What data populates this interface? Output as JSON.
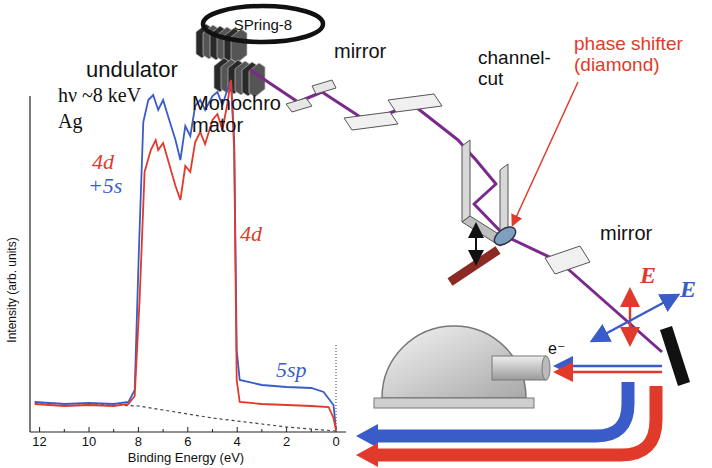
{
  "diagram": {
    "nodes": [
      {
        "text": [
          "SPring-8"
        ]
      }
    ],
    "labels": [
      "undulator",
      "mirror",
      "Monochro mator",
      "channel- cut",
      "phase shifter (diamond)",
      "mirror",
      "E",
      "E",
      "e⁻",
      "hν ~8 keV",
      "Ag",
      "4d",
      "+5s",
      "4d",
      "5sp",
      "Intensity (arb. units)",
      "Binding Energy (eV)",
      "12",
      "10",
      "8",
      "6",
      "4",
      "2",
      "0"
    ]
  }
}
